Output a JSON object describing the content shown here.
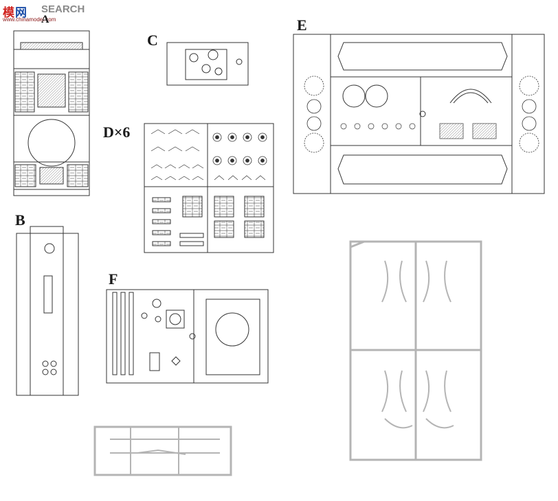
{
  "watermark": {
    "logo_text_1": "模",
    "logo_text_2": "网",
    "search_label": "SEARCH",
    "url": "www.chinamodel.com"
  },
  "sprues": {
    "a": {
      "label": "A"
    },
    "b": {
      "label": "B"
    },
    "c": {
      "label": "C"
    },
    "d": {
      "label": "D×6"
    },
    "e": {
      "label": "E"
    },
    "f": {
      "label": "F"
    }
  },
  "colors": {
    "line": "#333333",
    "clear_sprue": "#b4b4b4",
    "background": "#ffffff"
  }
}
